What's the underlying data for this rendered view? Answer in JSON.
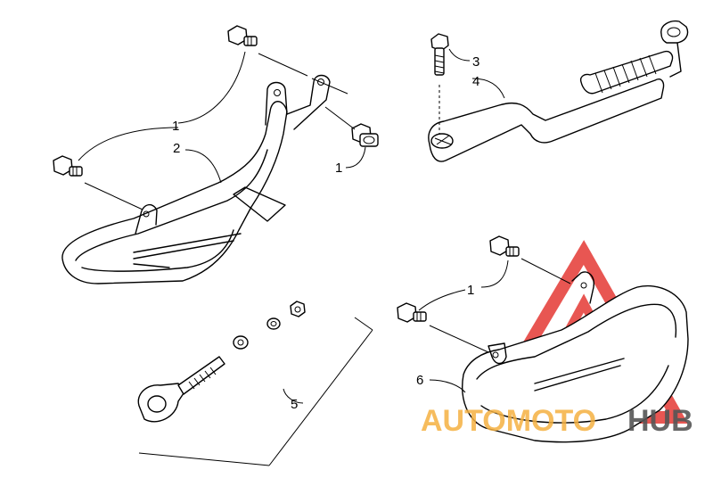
{
  "callouts": {
    "c1_top": "1",
    "c1_right": "1",
    "c2": "2",
    "c3": "3",
    "c4": "4",
    "c5": "5",
    "c1_lower": "1",
    "c6": "6"
  },
  "watermark": {
    "text_part1": "AUTOMOTO",
    "text_part2": "HUB",
    "color_red": "#e53935",
    "color_orange": "#f5b041",
    "color_gray": "#555555"
  }
}
